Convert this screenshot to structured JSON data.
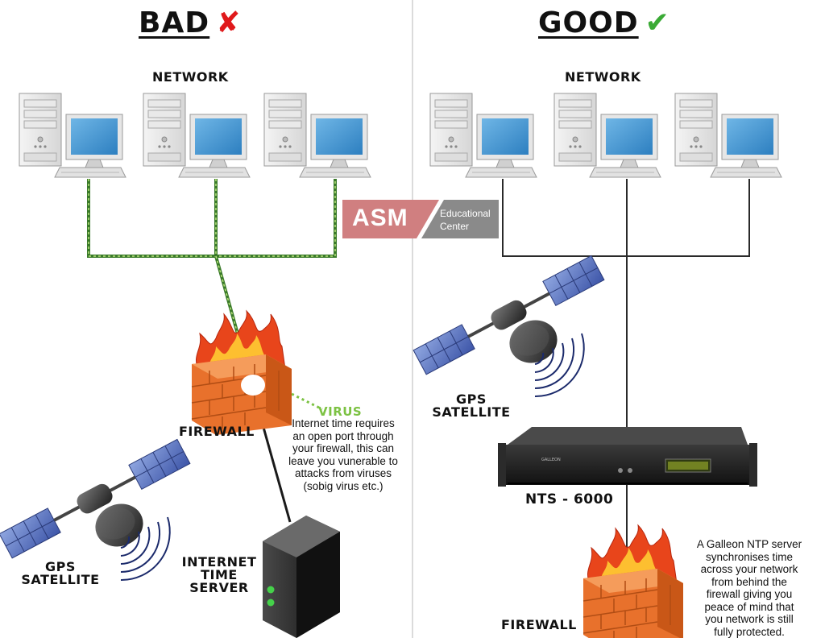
{
  "left_panel": {
    "heading": "BAD",
    "heading_mark": "✘",
    "network_label": "NETWORK",
    "firewall_label": "FIREWALL",
    "virus_label": "VIRUS",
    "virus_note": [
      "Internet time requires",
      "an open port through",
      "your firewall, this can",
      "leave you vunerable to",
      "attacks from viruses",
      "(sobig virus etc.)"
    ],
    "gps_label": [
      "GPS",
      "SATELLITE"
    ],
    "server_label": [
      "INTERNET",
      "TIME",
      "SERVER"
    ]
  },
  "right_panel": {
    "heading": "GOOD",
    "heading_mark": "✔",
    "network_label": "NETWORK",
    "gps_label": [
      "GPS",
      "SATELLITE"
    ],
    "device_label": "NTS - 6000",
    "device_brand": "GALLEON",
    "firewall_label": "FIREWALL",
    "description": [
      "A Galleon NTP server",
      "synchronises time",
      "across your network",
      "from behind the",
      "firewall giving you",
      "peace of mind that",
      "you network is still",
      "fully protected."
    ]
  },
  "watermark": {
    "title": "ASM",
    "subtitle_line1": "Educational",
    "subtitle_line2": "Center"
  },
  "colors": {
    "bad_mark": "#e0191b",
    "good_mark": "#3aaa35",
    "virus": "#7cc243",
    "brick": "#e8712c",
    "flame": "#e8451b",
    "watermark_red": "#d07f80",
    "watermark_gray": "#8a8a8a"
  }
}
